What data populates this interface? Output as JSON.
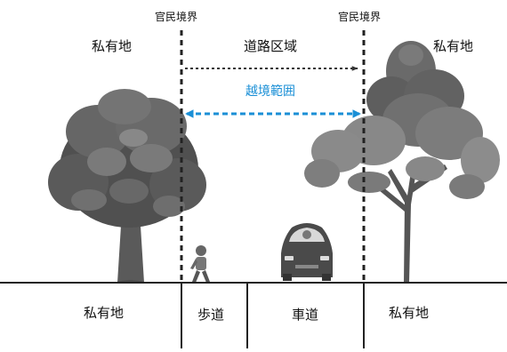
{
  "labels": {
    "boundary_left": "官民境界",
    "boundary_right": "官民境界",
    "private_top_left": "私有地",
    "private_top_right": "私有地",
    "road_area": "道路区域",
    "encroachment": "越境範囲",
    "private_bottom_left": "私有地",
    "sidewalk": "歩道",
    "roadway": "車道",
    "private_bottom_right": "私有地"
  },
  "colors": {
    "accent": "#1a8fd6",
    "line": "#222222",
    "foliage_dark": "#555555",
    "foliage_light": "#8a8a8a",
    "trunk": "#555555"
  },
  "icons": {
    "left_tree": "broadleaf-tree-icon",
    "right_tree": "tall-tree-icon",
    "pedestrian": "pedestrian-icon",
    "car": "car-icon"
  }
}
